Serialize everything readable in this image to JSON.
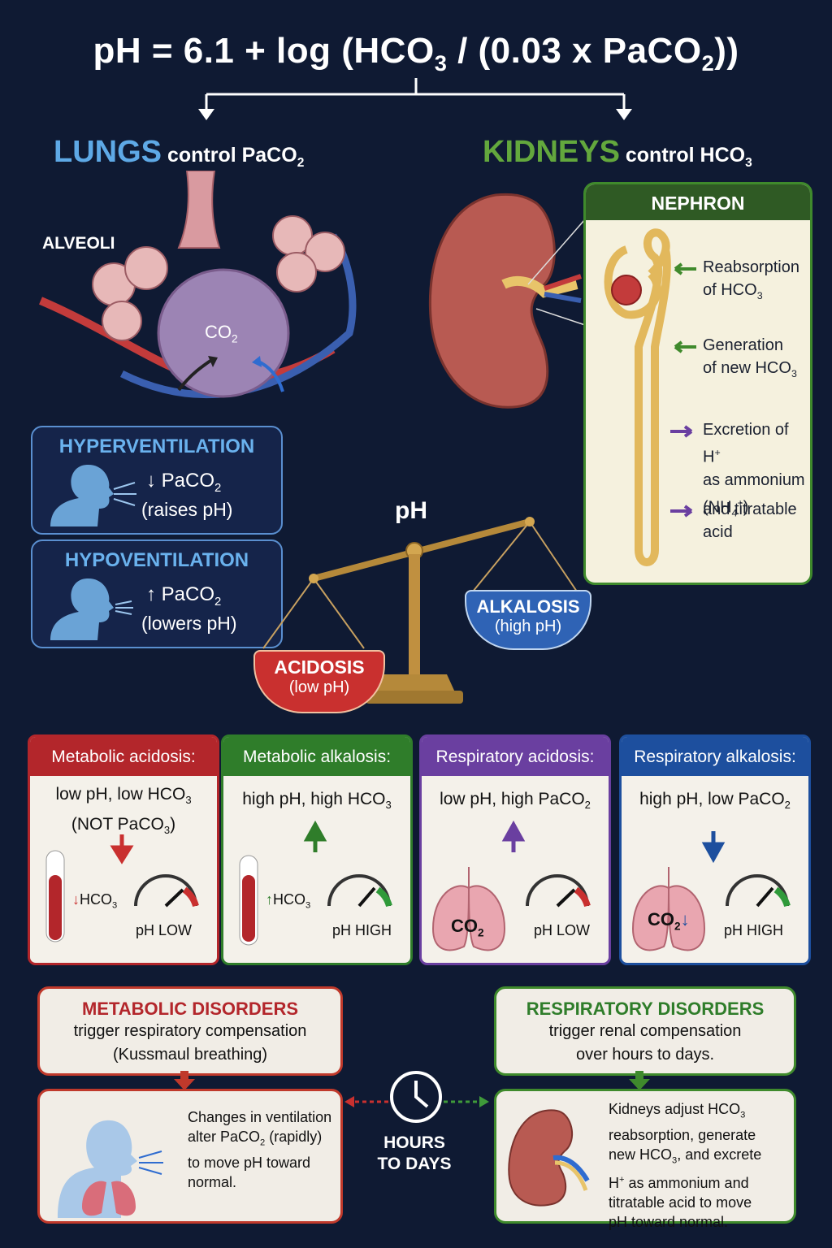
{
  "formula": {
    "prefix": "pH = 6.1 + log (HCO",
    "sub1": "3",
    "mid": " / (0.03 x PaCO",
    "sub2": "2",
    "suffix": "))"
  },
  "lungs": {
    "name": "LUNGS",
    "text": " control PaCO",
    "sub": "2",
    "alveoli_label": "ALVEOLI",
    "co2_label": "CO",
    "co2_sub": "2"
  },
  "kidneys": {
    "name": "KIDNEYS",
    "text": " control HCO",
    "sub": "3"
  },
  "hyperventilation": {
    "title": "HYPERVENTILATION",
    "arrow": "↓",
    "line1": " PaCO",
    "line1_sub": "2",
    "line2": "(raises pH)"
  },
  "hypoventilation": {
    "title": "HYPOVENTILATION",
    "arrow": "↑",
    "line1": " PaCO",
    "line1_sub": "2",
    "line2": "(lowers pH)"
  },
  "nephron": {
    "title": "NEPHRON",
    "items": [
      {
        "a": "Reabsorption",
        "b": "of HCO",
        "b_sub": "3"
      },
      {
        "a": "Generation",
        "b": "of new HCO",
        "b_sub": "3"
      },
      {
        "a": "Excretion of H",
        "a_sup": "+",
        "b": "as ammonium",
        "c": "(NH",
        "c_sub": "4",
        "c_sup": "+",
        "c_end": ")"
      },
      {
        "a": "and titratable",
        "b": "acid"
      }
    ],
    "colors": {
      "green_arrow": "#3f8a2c",
      "purple_arrow": "#6a3fa0"
    }
  },
  "scale": {
    "label": "pH",
    "acidosis": {
      "title": "ACIDOSIS",
      "sub": "(low pH)"
    },
    "alkalosis": {
      "title": "ALKALOSIS",
      "sub": "(high pH)"
    }
  },
  "cards": [
    {
      "title": "Metabolic acidosis:",
      "line1": "low pH, low HCO",
      "line1_sub": "3",
      "line2": "(NOT PaCO",
      "line2_sub": "3",
      "line2_end": ")",
      "arrow": "down",
      "icon": "test-tube",
      "side_arrow": "↓",
      "side_label": "HCO",
      "side_sub": "3",
      "gauge": "pH LOW",
      "color": "#b3262b"
    },
    {
      "title": "Metabolic alkalosis:",
      "line1": "high pH, high HCO",
      "line1_sub": "3",
      "arrow": "up",
      "icon": "test-tube",
      "side_arrow": "↑",
      "side_label": "HCO",
      "side_sub": "3",
      "gauge": "pH HIGH",
      "color": "#2f7d2a"
    },
    {
      "title": "Respiratory acidosis:",
      "line1": "low pH, high PaCO",
      "line1_sub": "2",
      "arrow": "up",
      "icon": "lungs",
      "lung_label": "CO",
      "lung_sub": "2",
      "gauge": "pH LOW",
      "color": "#6a3fa0"
    },
    {
      "title": "Respiratory alkalosis:",
      "line1": "high pH, low PaCO",
      "line1_sub": "2",
      "arrow": "down",
      "icon": "lungs",
      "lung_label": "CO",
      "lung_sub": "2",
      "lung_arrow": "↓",
      "gauge": "pH HIGH",
      "color": "#1d4f9e"
    }
  ],
  "metabolic_disorders": {
    "title": "METABOLIC DISORDERS",
    "line1": "trigger respiratory compensation",
    "line2": "(Kussmaul breathing)",
    "result": [
      "Changes in ventilation",
      "alter PaCO",
      "2",
      " (rapidly)",
      "to move pH toward",
      "normal."
    ]
  },
  "respiratory_disorders": {
    "title": "RESPIRATORY DISORDERS",
    "line1": "trigger renal compensation",
    "line2": "over hours to days.",
    "result": {
      "l1": "Kidneys adjust HCO",
      "l1_sub": "3",
      "l2": "reabsorption, generate",
      "l3": "new HCO",
      "l3_sub": "3",
      "l3_end": ", and excrete",
      "l4": "H",
      "l4_sup": "+",
      "l4_end": " as ammonium and",
      "l5": "titratable acid to move",
      "l6": "pH toward normal."
    }
  },
  "clock": {
    "line1": "HOURS",
    "line2": "TO DAYS"
  }
}
